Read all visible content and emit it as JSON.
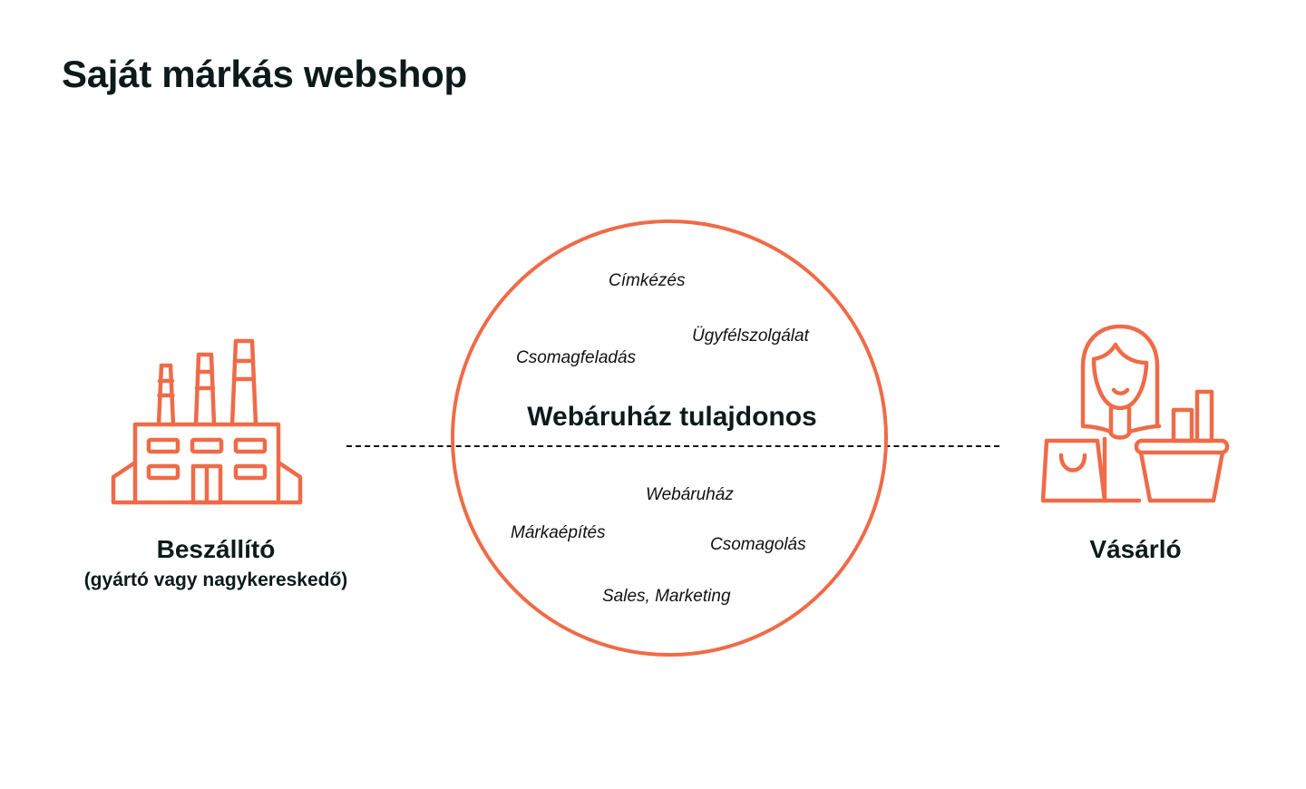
{
  "title": "Saját márkás webshop",
  "colors": {
    "accent": "#ef6b47",
    "text": "#0d1a1a"
  },
  "icons": {
    "supplier": "factory-icon",
    "buyer": "shopper-with-bag-and-basket-icon"
  },
  "center": {
    "title": "Webáruház tulajdonos",
    "upper_tasks": [
      "Címkézés",
      "Ügyfélszolgálat",
      "Csomagfeladás"
    ],
    "lower_tasks": [
      "Webáruház",
      "Márkaépítés",
      "Csomagolás",
      "Sales, Marketing"
    ]
  },
  "supplier": {
    "label": "Beszállító",
    "sublabel": "(gyártó vagy nagykereskedő)"
  },
  "buyer": {
    "label": "Vásárló"
  }
}
